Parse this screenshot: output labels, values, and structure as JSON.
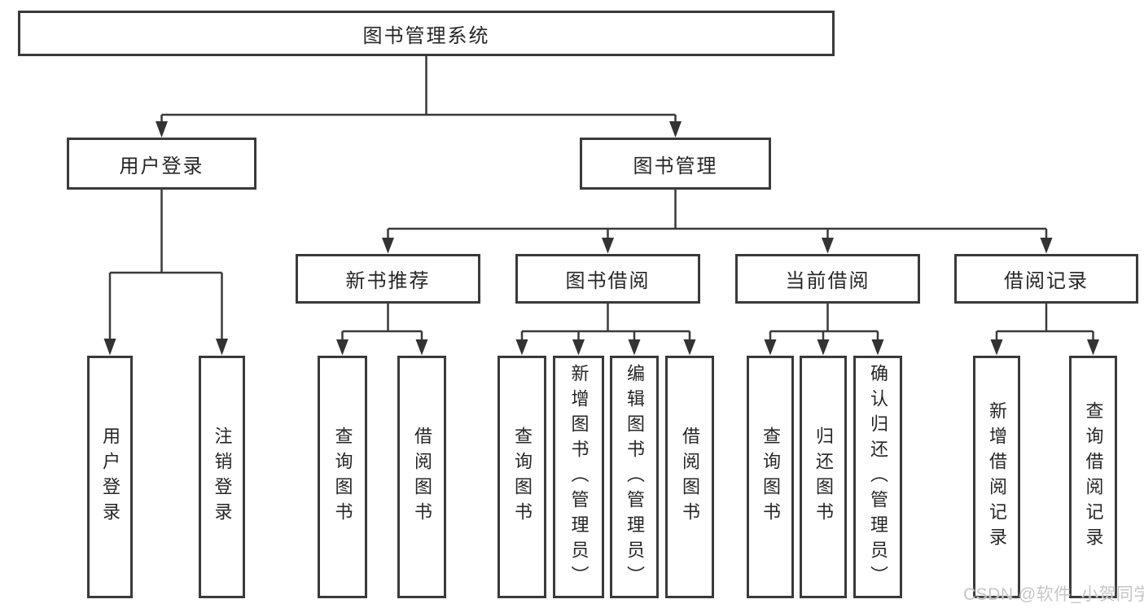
{
  "title": "图书管理系统",
  "colors": {
    "line": "#3a3a3a",
    "text": "#262626",
    "background": "#ffffff",
    "watermark": "#c6c6c6"
  },
  "watermark": {
    "text": "CSDN @软件_小贺同学"
  },
  "nodes": {
    "root": {
      "label": "图书管理系统"
    },
    "level2": [
      {
        "label": "用户登录"
      },
      {
        "label": "图书管理"
      }
    ],
    "level3": [
      {
        "label": "新书推荐"
      },
      {
        "label": "图书借阅"
      },
      {
        "label": "当前借阅"
      },
      {
        "label": "借阅记录"
      }
    ],
    "leaves": [
      {
        "label": "用户登录"
      },
      {
        "label": "注销登录"
      },
      {
        "label": "查询图书"
      },
      {
        "label": "借阅图书"
      },
      {
        "label": "查询图书"
      },
      {
        "label": "新增图书（管理员）"
      },
      {
        "label": "编辑图书（管理员）"
      },
      {
        "label": "借阅图书"
      },
      {
        "label": "查询图书"
      },
      {
        "label": "归还图书"
      },
      {
        "label": "确认归还（管理员）"
      },
      {
        "label": "新增借阅记录"
      },
      {
        "label": "查询借阅记录"
      }
    ]
  },
  "structure": {
    "图书管理系统": [
      "用户登录",
      "图书管理"
    ],
    "用户登录": [
      "用户登录",
      "注销登录"
    ],
    "图书管理": [
      "新书推荐",
      "图书借阅",
      "当前借阅",
      "借阅记录"
    ],
    "新书推荐": [
      "查询图书",
      "借阅图书"
    ],
    "图书借阅": [
      "查询图书",
      "新增图书（管理员）",
      "编辑图书（管理员）",
      "借阅图书"
    ],
    "当前借阅": [
      "查询图书",
      "归还图书",
      "确认归还（管理员）"
    ],
    "借阅记录": [
      "新增借阅记录",
      "查询借阅记录"
    ]
  }
}
